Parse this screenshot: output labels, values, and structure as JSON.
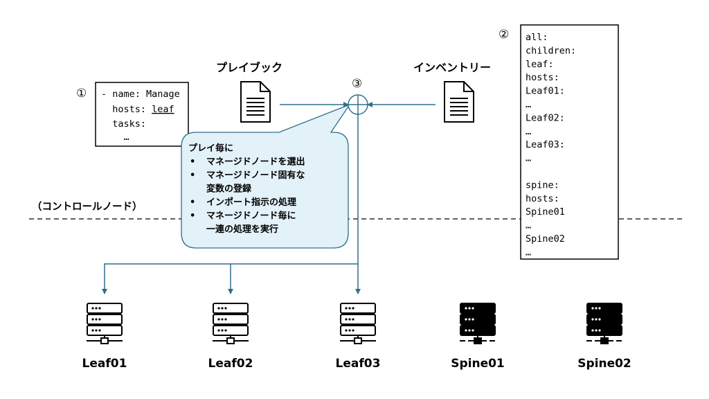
{
  "colors": {
    "arrow": "#2e6f8e",
    "callout_fill": "#e3f1f8",
    "callout_stroke": "#2e6f8e",
    "ink": "#000000"
  },
  "playbook": {
    "number": "①",
    "lines": [
      "- name: Manage",
      "  hosts: leaf",
      "  tasks:",
      "    …"
    ],
    "underlined_word": "leaf",
    "heading": "プレイブック",
    "icon": "document-icon"
  },
  "inventory": {
    "number": "②",
    "heading": "インベントリー",
    "icon": "document-icon",
    "lines": [
      "all:",
      "  children:",
      "    leaf:",
      "      hosts:",
      "        Leaf01:",
      "          …",
      "        Leaf02:",
      "          …",
      "        Leaf03:",
      "          …",
      "",
      "    spine:",
      "      hosts:",
      "        Spine01",
      "          …",
      "        Spine02",
      "          …"
    ]
  },
  "merge": {
    "number": "③",
    "icon": "merge-circle-icon"
  },
  "callout": {
    "title": "プレイ毎に",
    "items": [
      [
        "マネージドノードを選出"
      ],
      [
        "マネージドノード固有な",
        "変数の登録"
      ],
      [
        "インポート指示の処理"
      ],
      [
        "マネージドノード毎に",
        "一連の処理を実行"
      ]
    ],
    "bullet": "•"
  },
  "boundary_label": "（コントロールノード）",
  "nodes": [
    {
      "name": "Leaf01",
      "targeted": true,
      "icon": "server-outline-icon"
    },
    {
      "name": "Leaf02",
      "targeted": true,
      "icon": "server-outline-icon"
    },
    {
      "name": "Leaf03",
      "targeted": true,
      "icon": "server-outline-icon"
    },
    {
      "name": "Spine01",
      "targeted": false,
      "icon": "server-filled-icon"
    },
    {
      "name": "Spine02",
      "targeted": false,
      "icon": "server-filled-icon"
    }
  ]
}
